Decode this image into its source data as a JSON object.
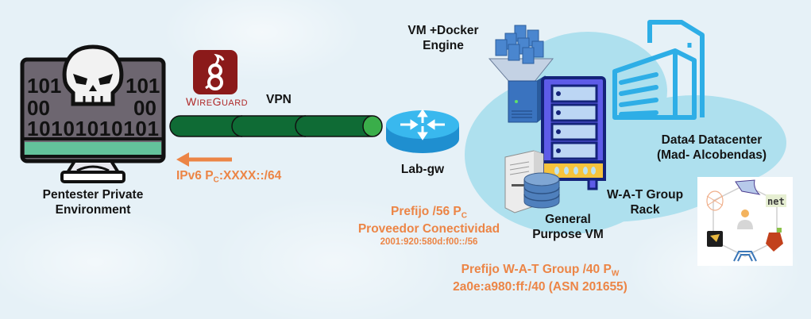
{
  "diagram": {
    "nodes": {
      "pentester": {
        "label_line1": "Pentester Private",
        "label_line2": "Environment",
        "icon": "skull-monitor-icon",
        "screen_bits": [
          "101",
          "101",
          "00",
          "00",
          "10101010101"
        ]
      },
      "wireguard": {
        "brand": "WireGuard",
        "brand_prefix": "W",
        "brand_rest": "IRE",
        "brand_g": "G",
        "brand_rest2": "UARD",
        "icon": "wireguard-dragon-icon",
        "color": "#8b1a1a"
      },
      "vpn": {
        "label": "VPN",
        "tunnel_color": "#0f6b35",
        "tunnel_end_color": "#3aae4a"
      },
      "lab_gw": {
        "label": "Lab-gw",
        "icon": "router-icon",
        "color": "#35b6ec"
      },
      "vm_docker": {
        "label_line1": "VM +Docker",
        "label_line2": "Engine",
        "icon": "docker-containers-server-icon"
      },
      "rack": {
        "label_line1": "W-A-T Group",
        "label_line2": "Rack",
        "icon": "server-rack-icon"
      },
      "general_vm": {
        "label_line1": "General",
        "label_line2": "Purpose VM",
        "icon": "server-database-icon"
      },
      "datacenter": {
        "label_line1": "Data4 Datacenter",
        "label_line2": "(Mad- Alcobendas)",
        "icon": "building-icon",
        "color": "#2eaee6"
      },
      "tools": {
        "icon": "security-tools-hexagon-icon",
        "center_icon": "person-icon",
        "items": [
          "maltego-icon",
          "shark-icon",
          "net-icon",
          "burp-icon",
          "reaper-icon",
          "ghidra-icon"
        ],
        "net_text": "net"
      }
    },
    "annotations": {
      "ipv6_prefix": "IPv6 P",
      "ipv6_sub": "C",
      "ipv6_rest": ":XXXX::/64",
      "provider_prefix_line1": "Prefijo /56  P",
      "provider_prefix_sub": "C",
      "provider_line2": "Proveedor Conectividad",
      "provider_line3": "2001:920:580d:f00::/56",
      "wat_prefix_line1": "Prefijo W-A-T Group /40 P",
      "wat_prefix_sub": "W",
      "wat_line2": "2a0e:a980:ff:/40 (ASN 201655)"
    },
    "colors": {
      "annotation_orange": "#ec8546",
      "cloud": "#aee0ee",
      "background": "#e6f1f7"
    }
  }
}
